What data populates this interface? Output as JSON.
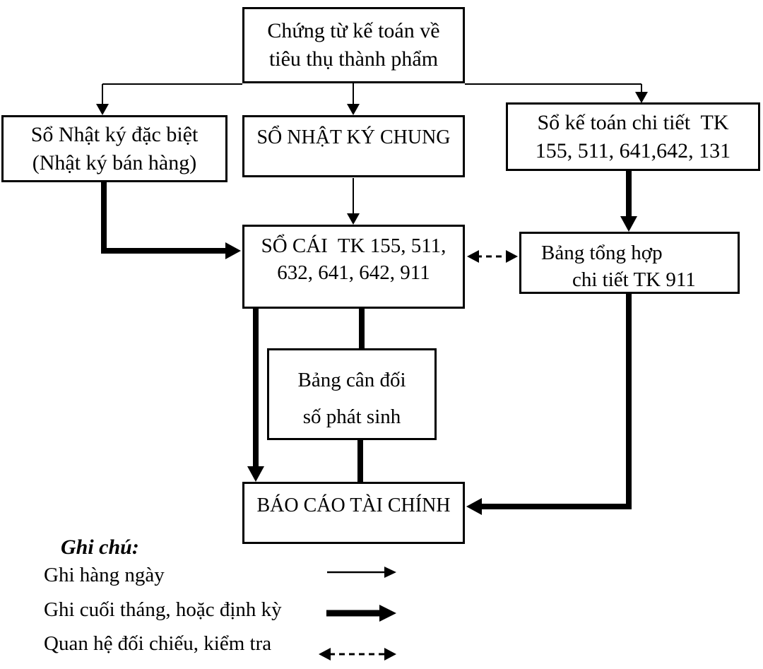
{
  "diagram": {
    "title_implicit": "",
    "boxes": {
      "chung_tu": {
        "line1": "Chứng từ kế toán về",
        "line2": "tiêu thụ thành phẩm"
      },
      "nhat_ky_dac_biet": {
        "line1": "Sổ Nhật ký đặc biệt",
        "line2": "(Nhật ký bán hàng)"
      },
      "nhat_ky_chung": {
        "line1": "SỔ NHẬT KÝ CHUNG"
      },
      "so_ke_toan_chi_tiet": {
        "line1": "Sổ kế toán chi tiết  TK",
        "line2": "155, 511, 641,642, 131"
      },
      "so_cai": {
        "line1": "SỔ CÁI  TK 155, 511,",
        "line2": "632, 641, 642, 911"
      },
      "bang_tong_hop": {
        "line1": "Bảng tổng hợp",
        "line2": "chi tiết TK 911"
      },
      "bang_can_doi": {
        "line1": "Bảng cân đối",
        "line2": "số phát sinh"
      },
      "bao_cao": {
        "line1": "BÁO CÁO TÀI CHÍNH"
      }
    },
    "connections": [
      {
        "from": "chung_tu",
        "to": "nhat_ky_dac_biet",
        "type": "daily"
      },
      {
        "from": "chung_tu",
        "to": "nhat_ky_chung",
        "type": "daily"
      },
      {
        "from": "chung_tu",
        "to": "so_ke_toan_chi_tiet",
        "type": "daily"
      },
      {
        "from": "nhat_ky_chung",
        "to": "so_cai",
        "type": "daily"
      },
      {
        "from": "nhat_ky_dac_biet",
        "to": "so_cai",
        "type": "periodic"
      },
      {
        "from": "so_ke_toan_chi_tiet",
        "to": "bang_tong_hop",
        "type": "periodic"
      },
      {
        "from": "so_cai",
        "to": "bao_cao",
        "type": "periodic"
      },
      {
        "from": "so_cai",
        "to": "bang_can_doi",
        "type": "periodic"
      },
      {
        "from": "bang_can_doi",
        "to": "bao_cao",
        "type": "periodic"
      },
      {
        "from": "bang_tong_hop",
        "to": "bao_cao",
        "type": "periodic"
      },
      {
        "from": "so_cai",
        "to": "bang_tong_hop",
        "type": "reconcile-both-ways"
      }
    ],
    "legend": {
      "title": "Ghi chú:",
      "items": [
        {
          "label": "Ghi hàng ngày",
          "symbol": "thin-arrow"
        },
        {
          "label": "Ghi cuối tháng, hoặc định kỳ",
          "symbol": "thick-arrow"
        },
        {
          "label": "Quan hệ đối chiếu, kiểm tra",
          "symbol": "dashed-double-arrow"
        }
      ]
    },
    "colors": {
      "line": "#000000",
      "background": "#ffffff",
      "text": "#000000"
    }
  }
}
